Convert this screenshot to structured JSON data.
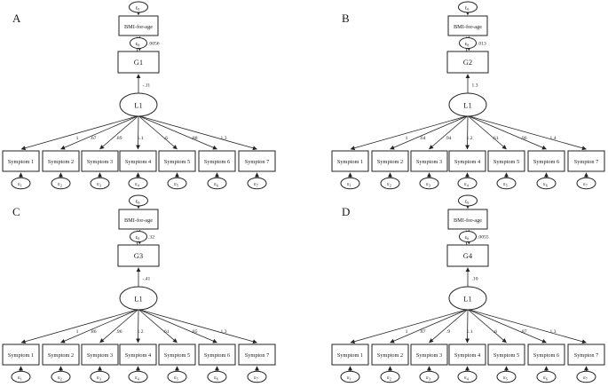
{
  "figure": {
    "panels": [
      {
        "letter": "A",
        "epsilon": "ε",
        "top_error_sub": "9",
        "exposure_label": "BMI-for-age",
        "mid_error_sub": "8",
        "residual_variance": ".0056",
        "genetic_label": "G1",
        "path_coefficient": "-.11",
        "latent_label": "L1",
        "loadings": [
          "1",
          ".67",
          ".89",
          "1.1",
          ".6",
          ".88",
          "1.3"
        ],
        "symptoms": [
          "Symptom 1",
          "Symptom 2",
          "Symptom 3",
          "Symptom 4",
          "Symptom 5",
          "Symptom 6",
          "Sympton 7"
        ],
        "error_subs": [
          "1",
          "2",
          "3",
          "4",
          "5",
          "6",
          "7"
        ]
      },
      {
        "letter": "B",
        "epsilon": "ε",
        "top_error_sub": "9",
        "exposure_label": "BMI-for-age",
        "mid_error_sub": "8",
        "residual_variance": ".013",
        "genetic_label": "G2",
        "path_coefficient": "1.3",
        "latent_label": "L1",
        "loadings": [
          "1",
          ".64",
          ".94",
          "1.2",
          ".61",
          ".96",
          "1.4"
        ],
        "symptoms": [
          "Symptom 1",
          "Symptom 2",
          "Symptom 3",
          "Symptom 4",
          "Symptom 5",
          "Symptom 6",
          "Sympton 7"
        ],
        "error_subs": [
          "1",
          "2",
          "3",
          "4",
          "5",
          "6",
          "7"
        ]
      },
      {
        "letter": "C",
        "epsilon": "ε",
        "top_error_sub": "9",
        "exposure_label": "BMI-for-age",
        "mid_error_sub": "8",
        "residual_variance": ".32",
        "genetic_label": "G3",
        "path_coefficient": "-.41",
        "latent_label": "L1",
        "loadings": [
          "1",
          ".86",
          ".96",
          "1.2",
          ".61",
          ".85",
          "1.3"
        ],
        "symptoms": [
          "Symptom 1",
          "Symptom 2",
          "Symptom 3",
          "Symptom 4",
          "Symptom 5",
          "Symptom 6",
          "Sympton 7"
        ],
        "error_subs": [
          "1",
          "2",
          "3",
          "4",
          "5",
          "6",
          "7"
        ]
      },
      {
        "letter": "D",
        "epsilon": "ε",
        "top_error_sub": "9",
        "exposure_label": "BMI-for-age",
        "mid_error_sub": "8",
        "residual_variance": ".0055",
        "genetic_label": "G4",
        "path_coefficient": ".10",
        "latent_label": "L1",
        "loadings": [
          "1",
          ".87",
          ".9",
          "1.1",
          ".6",
          ".87",
          "1.3"
        ],
        "symptoms": [
          "Symptom 1",
          "Symptom 2",
          "Symptom 3",
          "Symptom 4",
          "Symptom 5",
          "Symptom 6",
          "Sympton 7"
        ],
        "error_subs": [
          "1",
          "2",
          "3",
          "4",
          "5",
          "6",
          "7"
        ]
      }
    ]
  }
}
